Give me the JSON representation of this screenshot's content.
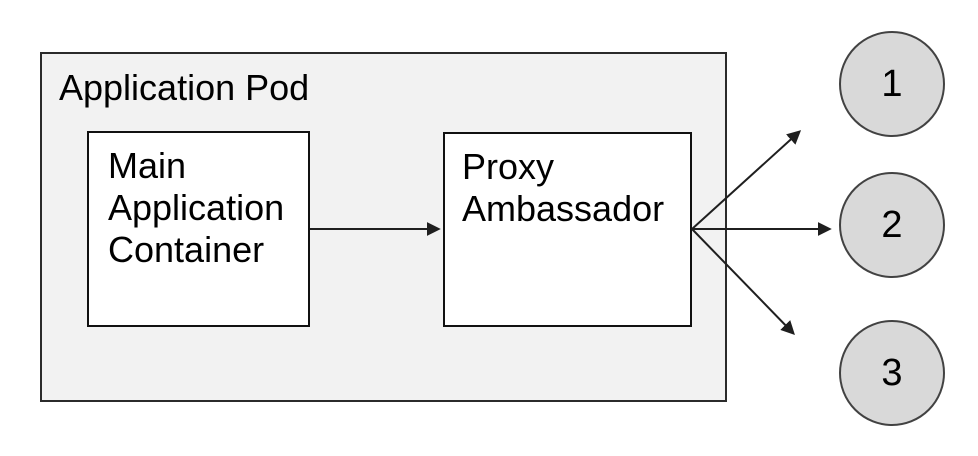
{
  "diagram": {
    "pod": {
      "label": "Application Pod"
    },
    "containers": {
      "main": {
        "label": "Main Application Container"
      },
      "proxy": {
        "label": "Proxy Ambassador"
      }
    },
    "endpoints": [
      {
        "label": "1"
      },
      {
        "label": "2"
      },
      {
        "label": "3"
      }
    ],
    "edges": [
      {
        "from": "Main Application Container",
        "to": "Proxy Ambassador"
      },
      {
        "from": "Proxy Ambassador",
        "to": "1"
      },
      {
        "from": "Proxy Ambassador",
        "to": "2"
      },
      {
        "from": "Proxy Ambassador",
        "to": "3"
      }
    ],
    "colors": {
      "pod_fill": "#f2f2f2",
      "container_fill": "#ffffff",
      "endpoint_fill": "#d9d9d9",
      "stroke": "#1f1f1f"
    }
  }
}
